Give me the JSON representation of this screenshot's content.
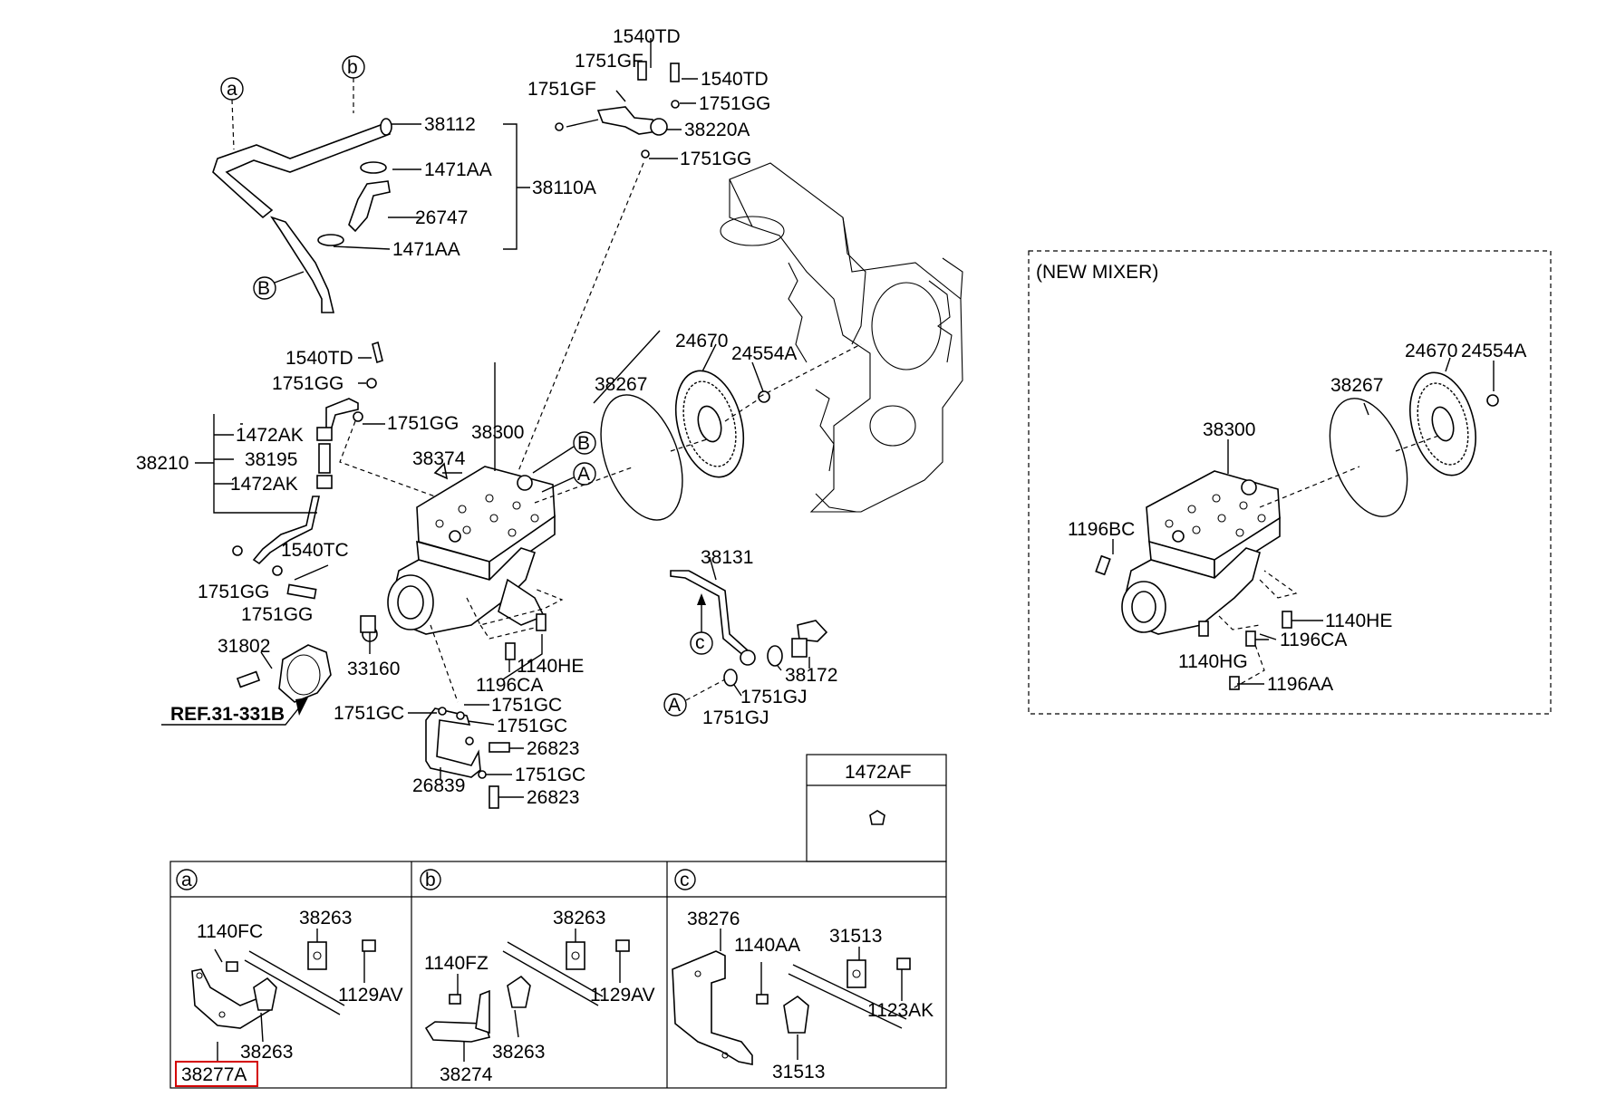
{
  "callouts": {
    "a": "a",
    "b": "b",
    "B": "B",
    "A": "A",
    "c": "c"
  },
  "hose": {
    "p38112": "38112",
    "p1471AA_1": "1471AA",
    "p26747": "26747",
    "p1471AA_2": "1471AA",
    "p38110A": "38110A"
  },
  "fitting_top": {
    "p1540TD_1": "1540TD",
    "p1751GF_1": "1751GF",
    "p1751GF_2": "1751GF",
    "p1540TD_2": "1540TD",
    "p1751GG_1": "1751GG",
    "p38220A": "38220A",
    "p1751GG_2": "1751GG"
  },
  "left_pipe": {
    "p1540TD": "1540TD",
    "p1751GG_1": "1751GG",
    "p1751GG_2": "1751GG",
    "p1472AK_1": "1472AK",
    "p38195": "38195",
    "p1472AK_2": "1472AK",
    "p38210": "38210",
    "p1540TC": "1540TC",
    "p1751GG_3": "1751GG",
    "p1751GG_4": "1751GG"
  },
  "compressor": {
    "p38374": "38374",
    "p38300": "38300",
    "p38267": "38267",
    "p24670": "24670",
    "p24554A": "24554A",
    "p33160": "33160",
    "p1140HE": "1140HE",
    "p1196CA": "1196CA",
    "p31802": "31802",
    "ref": "REF.31-331B"
  },
  "lower_pipe": {
    "p1751GC_1": "1751GC",
    "p1751GC_2": "1751GC",
    "p1751GC_3": "1751GC",
    "p26823_1": "26823",
    "p26839": "26839",
    "p1751GC_4": "1751GC",
    "p26823_2": "26823"
  },
  "right_pipe": {
    "p38131": "38131",
    "p38172": "38172",
    "p1751GJ_1": "1751GJ",
    "p1751GJ_2": "1751GJ"
  },
  "new_mixer": {
    "title": "(NEW MIXER)",
    "p24670": "24670",
    "p24554A": "24554A",
    "p38267": "38267",
    "p38300": "38300",
    "p1196BC": "1196BC",
    "p1140HE": "1140HE",
    "p1196CA": "1196CA",
    "p1140HG": "1140HG",
    "p1196AA": "1196AA"
  },
  "box_1472AF": {
    "title": "1472AF"
  },
  "panel_a": {
    "letter": "a",
    "p1140FC": "1140FC",
    "p38263_1": "38263",
    "p1129AV": "1129AV",
    "p38263_2": "38263",
    "p38277A": "38277A"
  },
  "panel_b": {
    "letter": "b",
    "p38263_1": "38263",
    "p1140FZ": "1140FZ",
    "p1129AV": "1129AV",
    "p38263_2": "38263",
    "p38274": "38274"
  },
  "panel_c": {
    "letter": "c",
    "p38276": "38276",
    "p1140AA": "1140AA",
    "p31513_1": "31513",
    "p1123AK": "1123AK",
    "p31513_2": "31513"
  },
  "colors": {
    "highlight": "#d40000",
    "line": "#000000"
  }
}
